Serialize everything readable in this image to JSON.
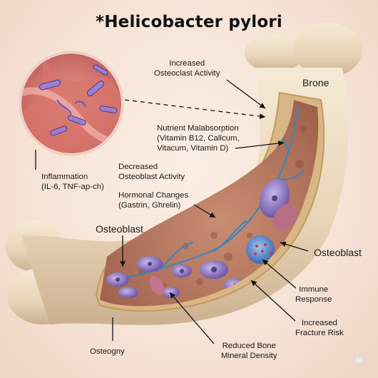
{
  "title": "*Helicobacter pylori",
  "labels": {
    "osteoclast_activity": [
      "Increased",
      "Osteoclast Activity"
    ],
    "brone": "Brone",
    "malabsorption": [
      "Nutrient Malabsorption",
      "(Vitamin B12, Callcum,",
      "Vitacum, Vitamin D)"
    ],
    "osteoblast_decrease": [
      "Decreased",
      "Osteoblast Activity"
    ],
    "inflammation": [
      "Inflammation",
      "(IL-6, TNF-ap-ch)"
    ],
    "hormonal": [
      "Hormonal Changes",
      "(Gastrin, Ghrelin)"
    ],
    "osteoblast_left": "Osteoblast",
    "osteoblast_right": "Osteoblast",
    "immune": [
      "Immune",
      "Response"
    ],
    "fracture": [
      "Increased",
      "Fracture Risk"
    ],
    "density": [
      "Reduced Bone",
      "Mineral Density"
    ],
    "osteogeny": "Osteogny"
  },
  "watermark": "ai",
  "colors": {
    "bone": "#ecdcc3",
    "bone_shadow": "#c8b08f",
    "marrow": "#b97c62",
    "tissue": "#c8685f",
    "cell": "#8f76c0",
    "vessel": "#3d86b8"
  }
}
